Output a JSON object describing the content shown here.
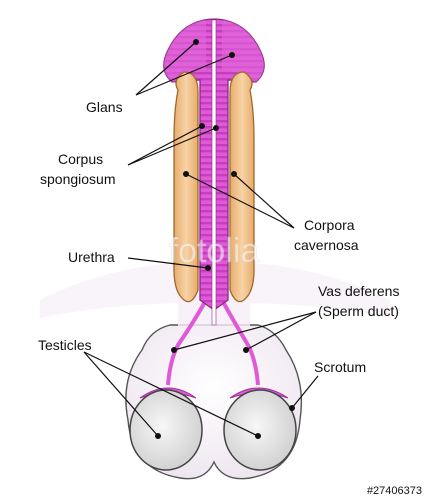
{
  "labels": {
    "glans": "Glans",
    "corpus_spongiosum_line1": "Corpus",
    "corpus_spongiosum_line2": "spongiosum",
    "corpora_cavernosa_line1": "Corpora",
    "corpora_cavernosa_line2": "cavernosa",
    "urethra": "Urethra",
    "vas_deferens_line1": "Vas deferens",
    "vas_deferens_line2": "(Sperm duct)",
    "testicles": "Testicles",
    "scrotum": "Scrotum"
  },
  "watermark": "fotolia",
  "stock_id": "#27406373",
  "colors": {
    "spongiosum": "#e05ad8",
    "spongiosum_stripe": "#c63ec0",
    "cavernosa": "#f2c28c",
    "cavernosa_edge": "#b07a3a",
    "skin": "#f3e8f4",
    "testicle": "#e6e6e6",
    "outline": "#333333"
  }
}
